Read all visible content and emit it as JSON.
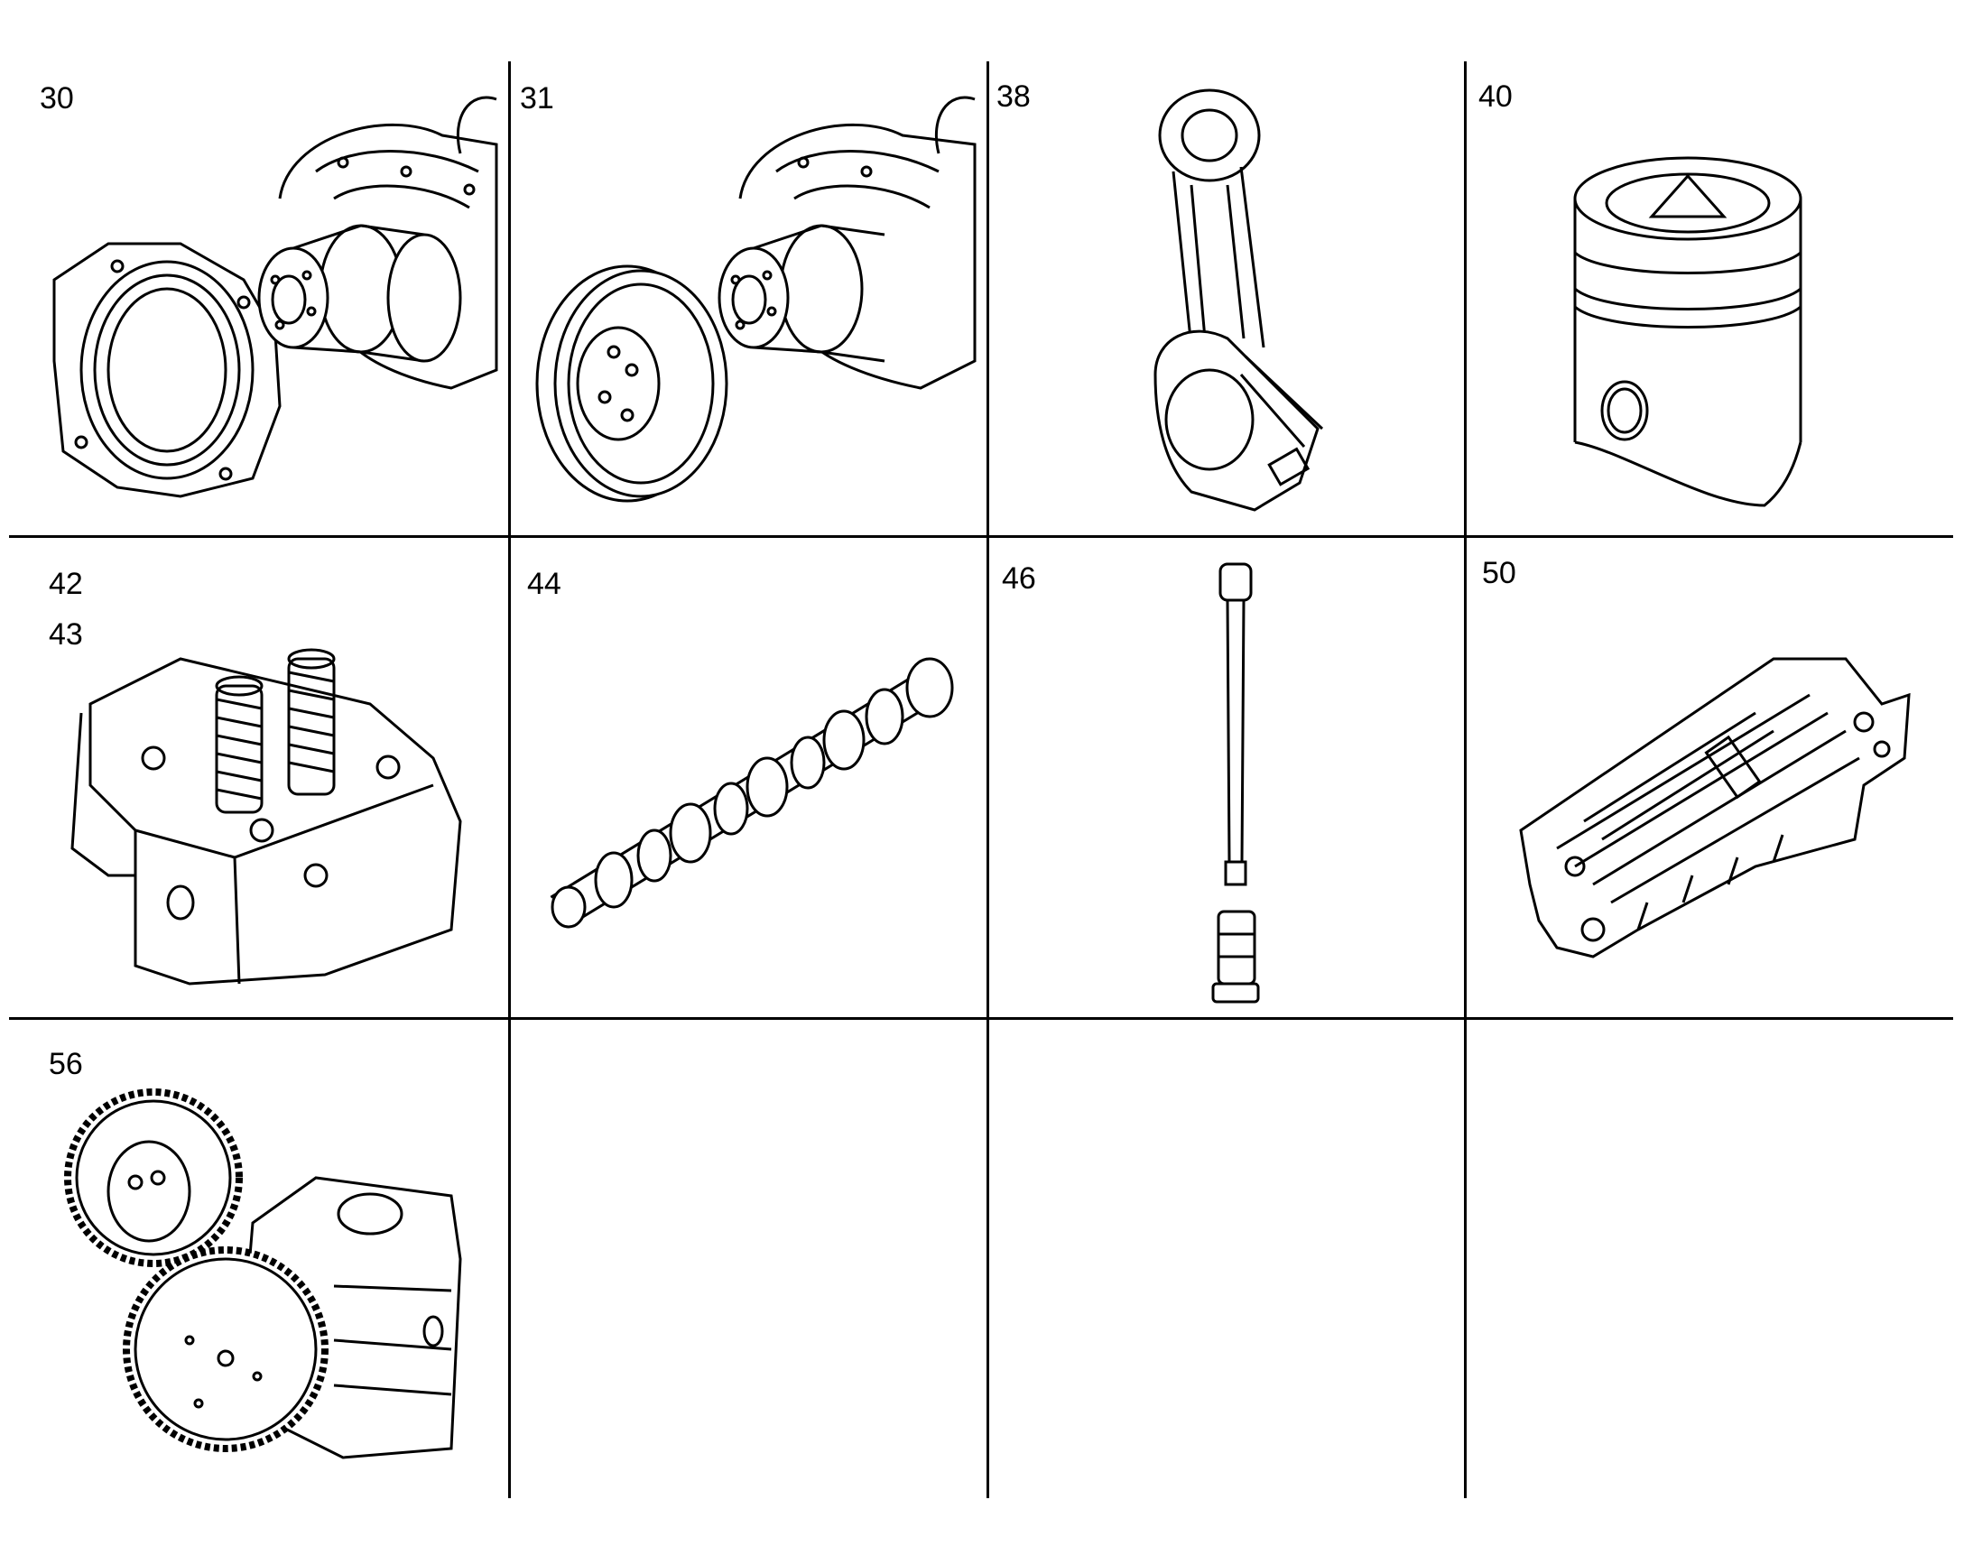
{
  "cells": [
    {
      "numbers": [
        "30"
      ],
      "icon": "crankshaft-with-seal-flange"
    },
    {
      "numbers": [
        "31"
      ],
      "icon": "crankshaft-with-vibration-damper"
    },
    {
      "numbers": [
        "38"
      ],
      "icon": "connecting-rod"
    },
    {
      "numbers": [
        "40"
      ],
      "icon": "piston"
    },
    {
      "numbers": [
        "42",
        "43"
      ],
      "icon": "cylinder-head-with-valve-springs"
    },
    {
      "numbers": [
        "44"
      ],
      "icon": "camshaft"
    },
    {
      "numbers": [
        "46"
      ],
      "icon": "push-rod-and-tappet"
    },
    {
      "numbers": [
        "50"
      ],
      "icon": "oil-cooler"
    },
    {
      "numbers": [
        "56"
      ],
      "icon": "oil-pump-with-gears"
    }
  ]
}
